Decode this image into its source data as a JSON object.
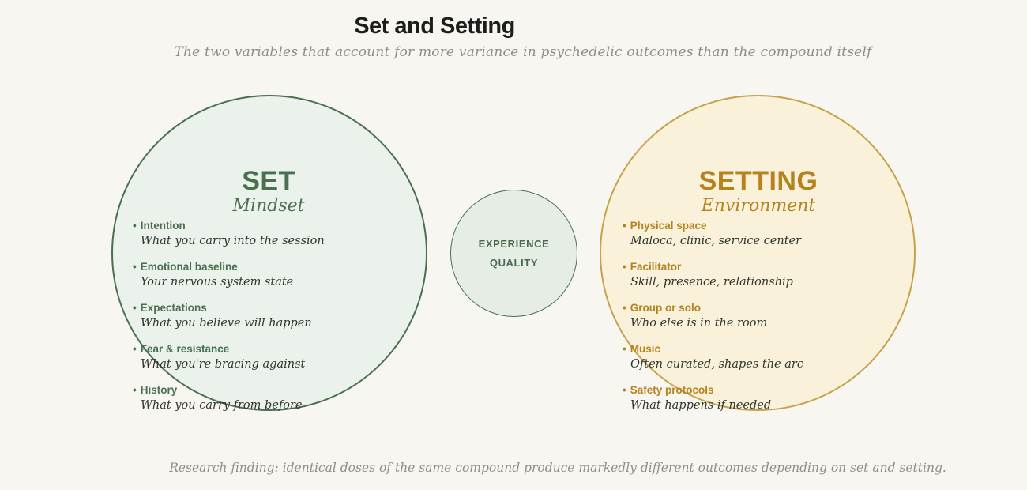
{
  "page": {
    "title": "Set and Setting",
    "subtitle": "The two variables that account for more variance in psychedelic outcomes than the compound itself",
    "footer": "Research finding: identical doses of the same compound produce markedly different outcomes depending on set and setting."
  },
  "set_circle": {
    "heading": "SET",
    "subheading": "Mindset",
    "items": [
      {
        "label": "Intention",
        "desc": "What you carry into the session"
      },
      {
        "label": "Emotional baseline",
        "desc": "Your nervous system state"
      },
      {
        "label": "Expectations",
        "desc": "What you believe will happen"
      },
      {
        "label": "Fear & resistance",
        "desc": "What you're bracing against"
      },
      {
        "label": "History",
        "desc": "What you carry from before"
      }
    ]
  },
  "setting_circle": {
    "heading": "SETTING",
    "subheading": "Environment",
    "items": [
      {
        "label": "Physical space",
        "desc": "Maloca, clinic, service center"
      },
      {
        "label": "Facilitator",
        "desc": "Skill, presence, relationship"
      },
      {
        "label": "Group or solo",
        "desc": "Who else is in the room"
      },
      {
        "label": "Music",
        "desc": "Often curated, shapes the arc"
      },
      {
        "label": "Safety protocols",
        "desc": "What happens if needed"
      }
    ]
  },
  "center_circle": {
    "line1": "EXPERIENCE",
    "line2": "QUALITY"
  },
  "colors": {
    "background": "#f8f6f1",
    "set_green": "#4a7050",
    "set_fill": "#ebf1eb",
    "setting_amber": "#b5831d",
    "setting_border": "#c7a24c",
    "setting_fill": "#faf1da",
    "center_fill": "#e5ede5",
    "title_color": "#1d1d1b",
    "muted_gray": "#8e8e88"
  }
}
